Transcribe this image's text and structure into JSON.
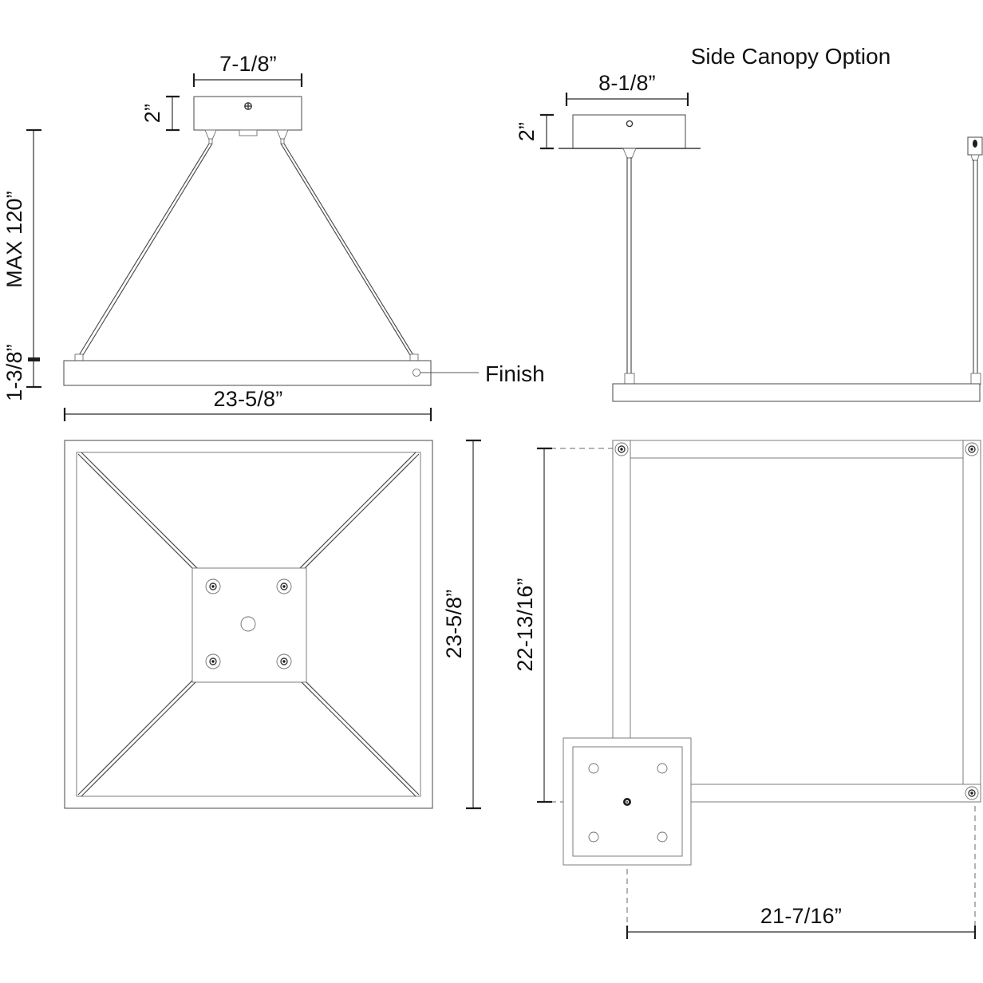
{
  "sheet": {
    "title": "Pendant Fixture Dimensional Drawing",
    "background_color": "#ffffff",
    "line_color": "#58585a",
    "text_color": "#111113"
  },
  "views": {
    "front_elevation": {
      "name": "Front Elevation",
      "canopy_width_label": "7-1/8”",
      "canopy_height_label": "2”",
      "max_drop_label": "MAX 120”",
      "fixture_height_label": "1-3/8”",
      "fixture_width_label": "23-5/8”",
      "finish_callout": "Finish"
    },
    "plan_view": {
      "name": "Plan View",
      "depth_label": "23-5/8”"
    },
    "side_canopy_elevation": {
      "name": "Side Canopy Elevation",
      "title": "Side Canopy Option",
      "canopy_width_label": "8-1/8”",
      "canopy_height_label": "2”"
    },
    "side_canopy_plan": {
      "name": "Side Canopy Plan View",
      "vertical_dim_label": "22-13/16”",
      "horizontal_dim_label": "21-7/16”"
    }
  },
  "labels": {
    "side_canopy_option": "Side Canopy Option",
    "finish": "Finish",
    "dim_7_1_8": "7-1/8”",
    "dim_2_in": "2”",
    "dim_2_in_side": "2”",
    "dim_max_120": "MAX 120”",
    "dim_1_3_8": "1-3/8”",
    "dim_23_5_8_width": "23-5/8”",
    "dim_23_5_8_depth": "23-5/8”",
    "dim_8_1_8": "8-1/8”",
    "dim_22_13_16": "22-13/16”",
    "dim_21_7_16": "21-7/16”"
  }
}
